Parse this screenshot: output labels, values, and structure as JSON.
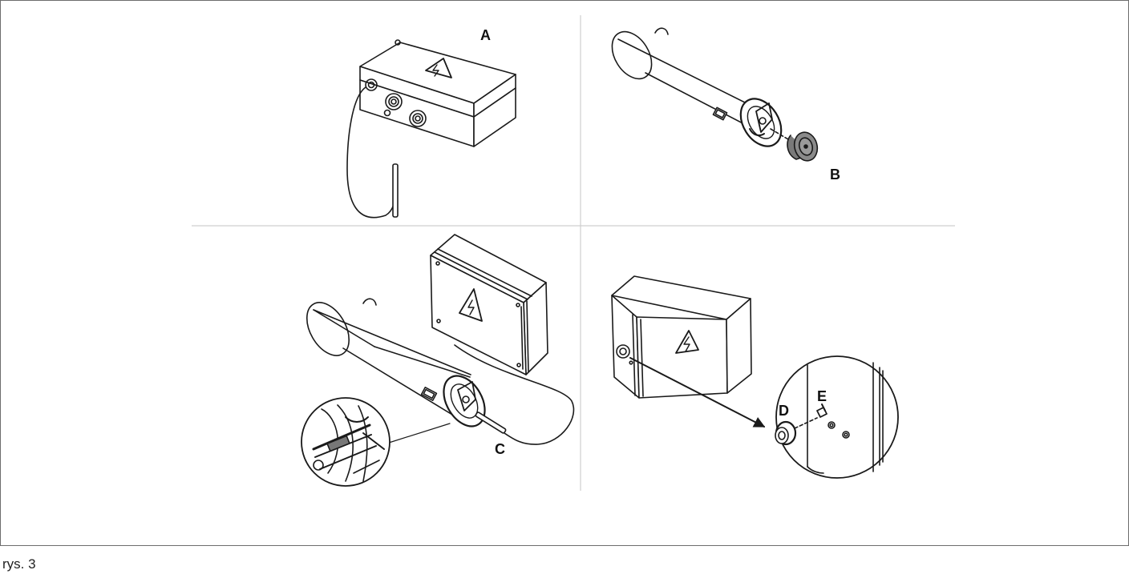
{
  "figure": {
    "caption": "rys. 3",
    "labels": {
      "a": "A",
      "b": "B",
      "c": "C",
      "d": "D",
      "e": "E"
    }
  },
  "colors": {
    "line": "#1a1a1a",
    "divider": "#cfcfcf",
    "frame": "#6d6d6d",
    "cap_fill": "#7a7a7a"
  }
}
